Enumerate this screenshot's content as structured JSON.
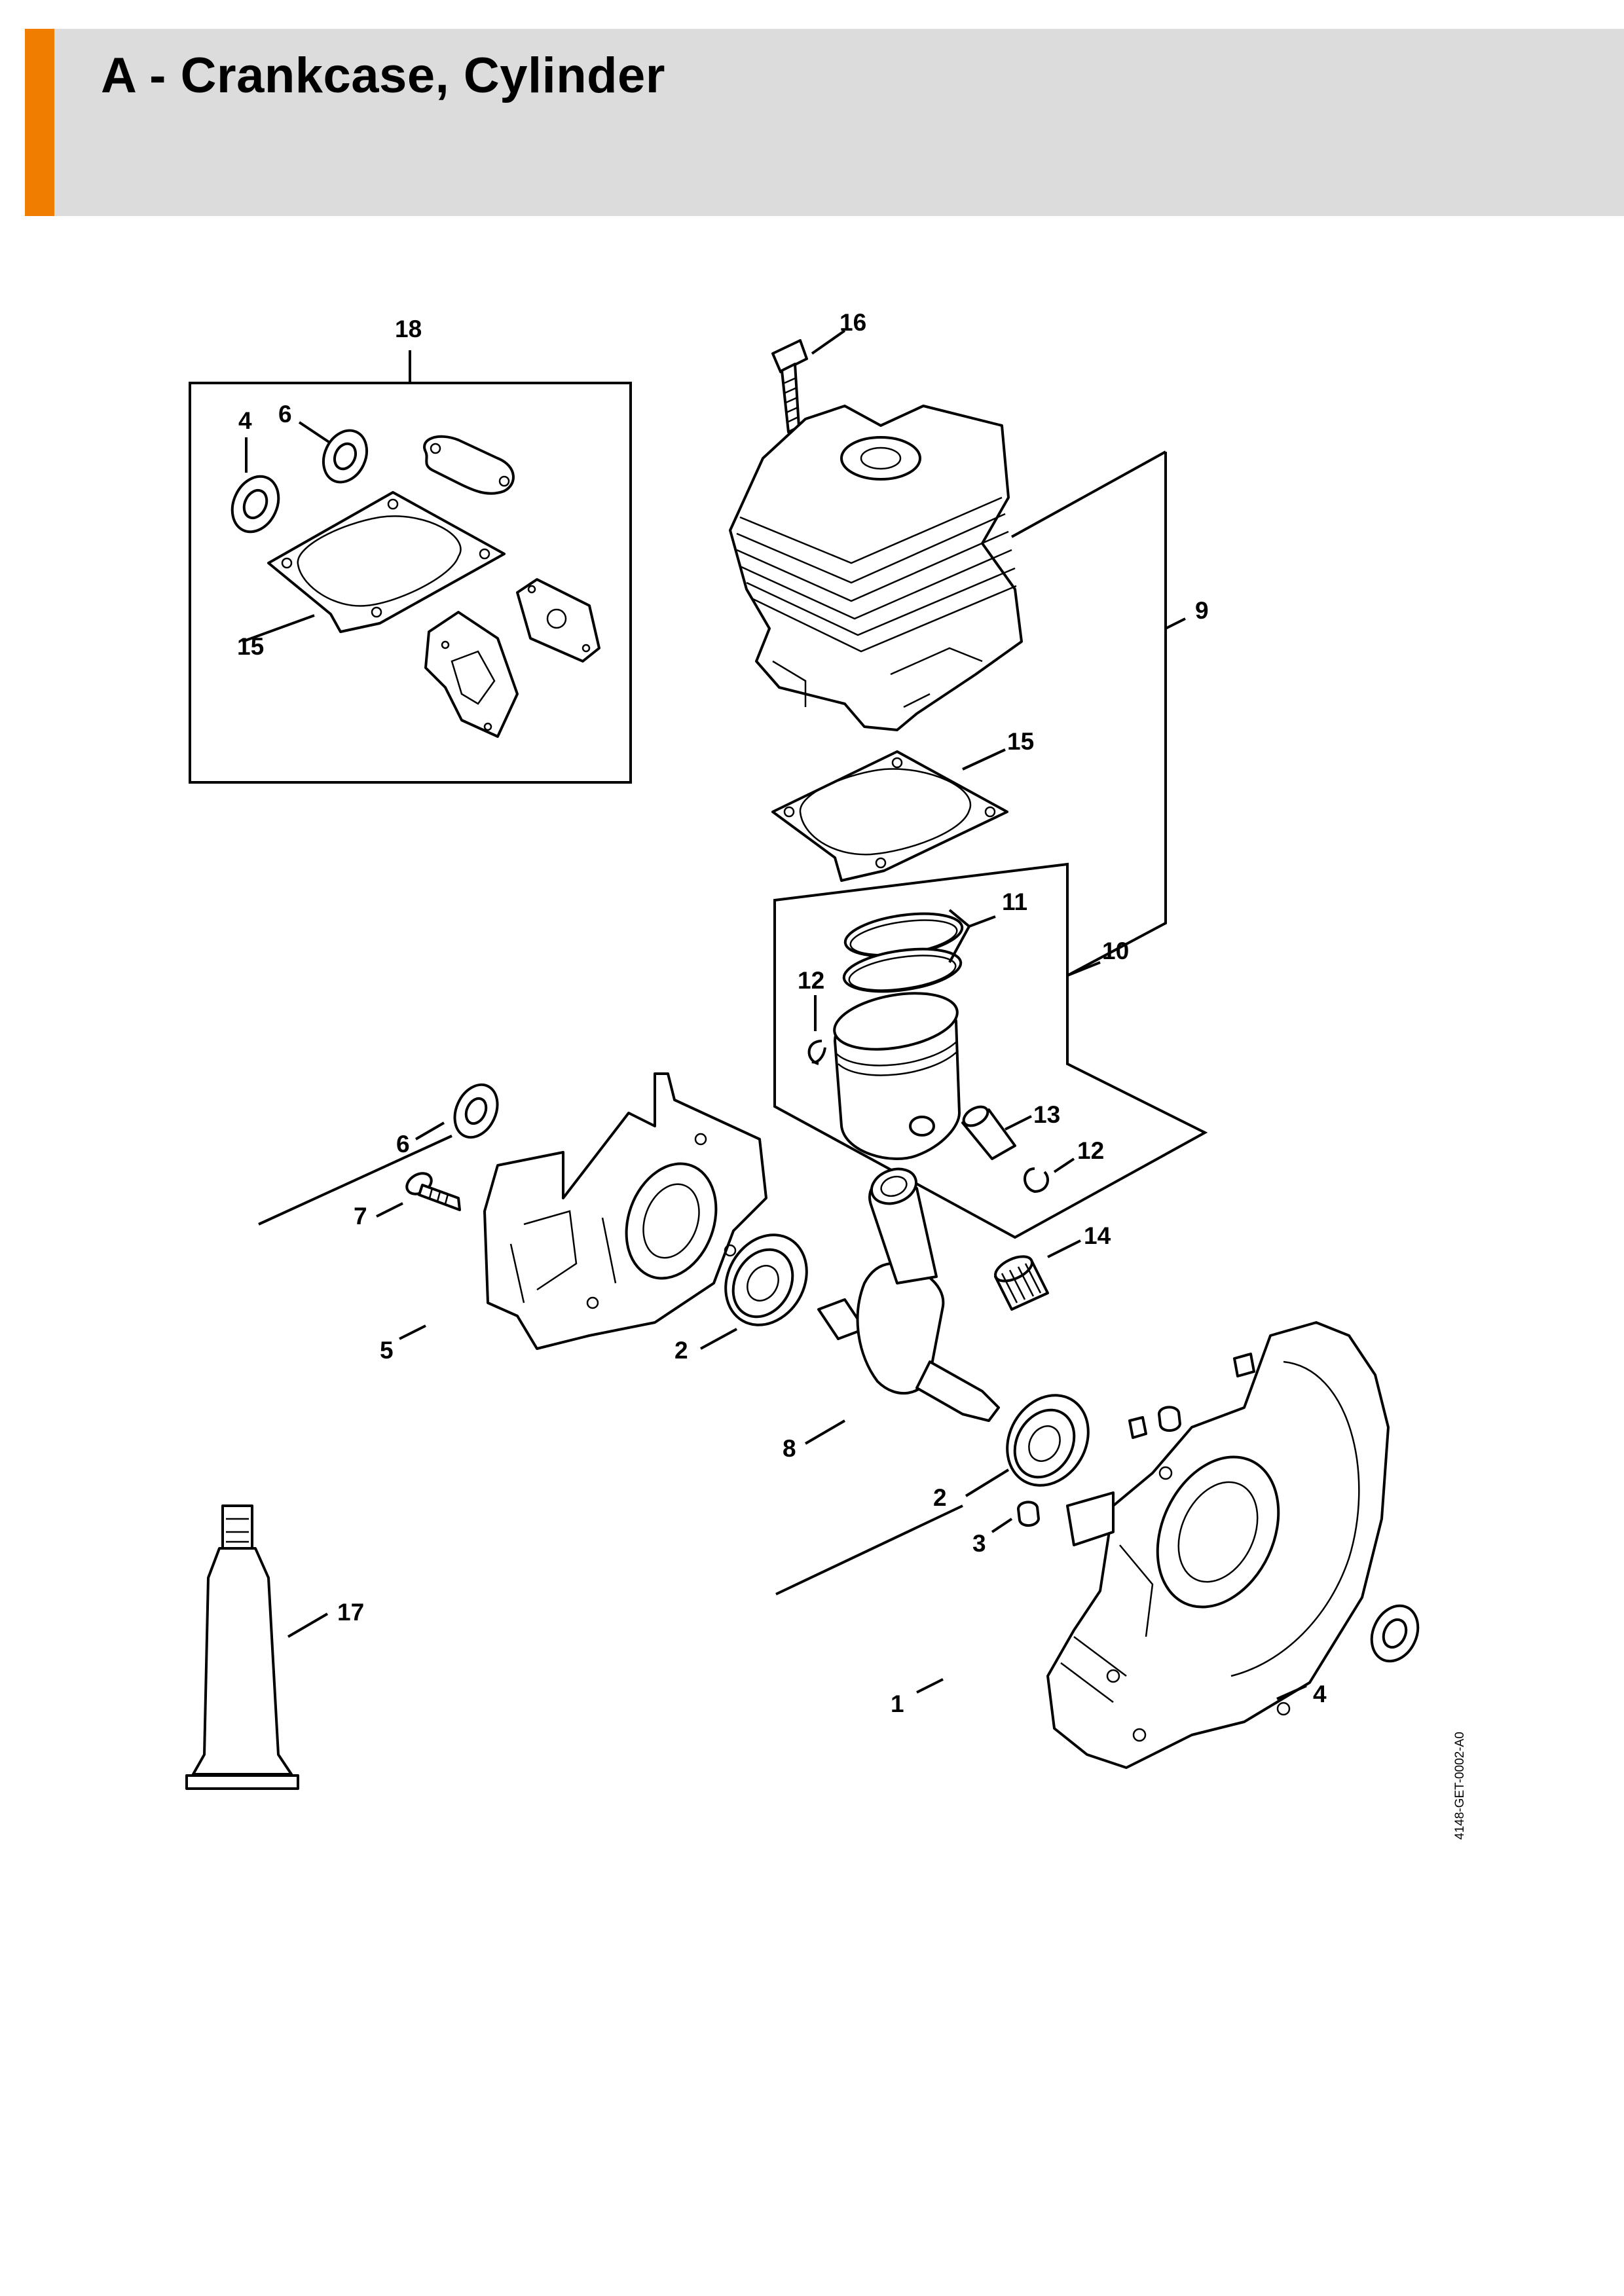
{
  "header": {
    "title": "A - Crankcase, Cylinder",
    "accent_color": "#f07d00",
    "background_color": "#dcdcdc"
  },
  "diagram": {
    "reference_code": "4148-GET-0002-A0",
    "callouts": {
      "c1": "1",
      "c2a": "2",
      "c2b": "2",
      "c3": "3",
      "c4a": "4",
      "c4b": "4",
      "c5": "5",
      "c6a": "6",
      "c6b": "6",
      "c7": "7",
      "c8": "8",
      "c9": "9",
      "c10": "10",
      "c11": "11",
      "c12a": "12",
      "c12b": "12",
      "c13": "13",
      "c14": "14",
      "c15a": "15",
      "c15b": "15",
      "c16": "16",
      "c17": "17",
      "c18": "18"
    }
  }
}
